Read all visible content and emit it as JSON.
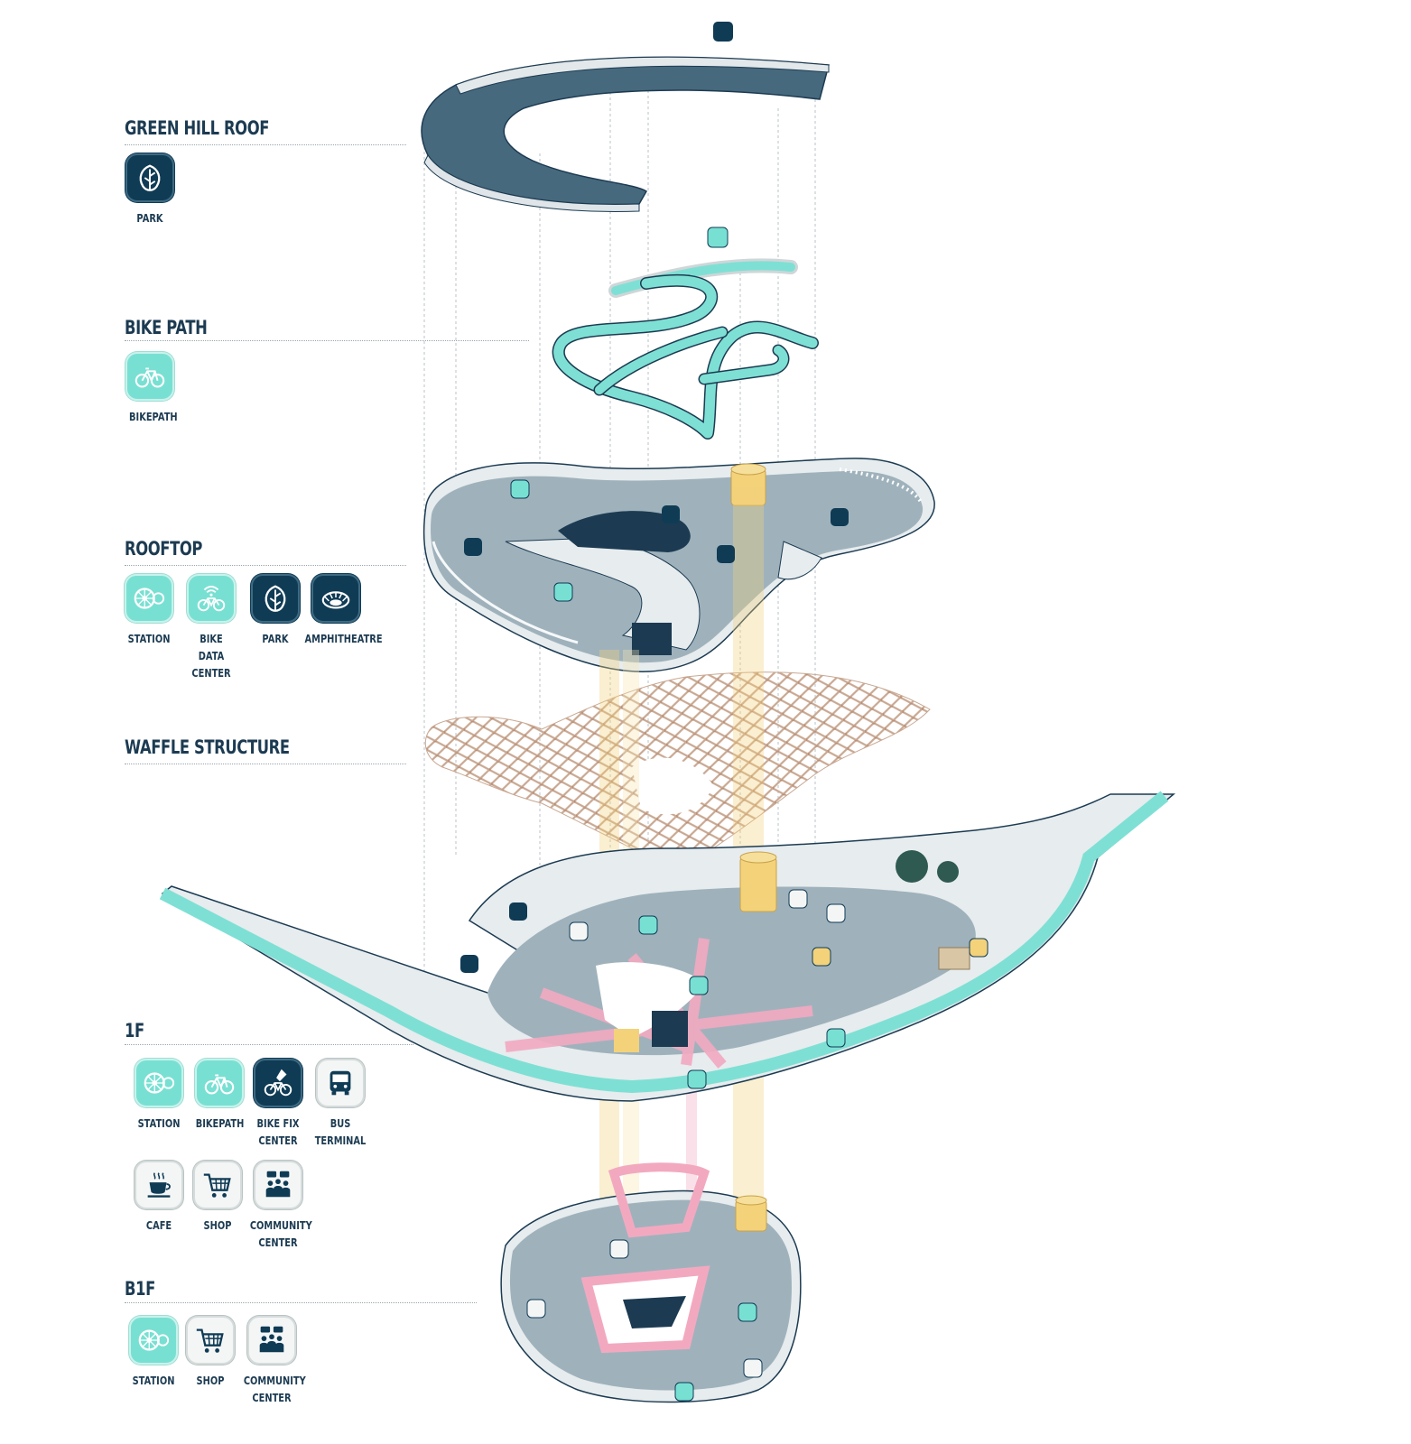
{
  "colors": {
    "navy": "#0f3b55",
    "mint": "#78e0d2",
    "slab": "#8fa3ae",
    "pink": "#f2a9c0",
    "gold": "#f3d27a",
    "waffle": "#d4b7a3"
  },
  "sections": [
    {
      "id": "green_hill_roof",
      "title": "GREEN HILL ROOF",
      "icons": [
        {
          "label": "PARK",
          "icon": "leaf-icon",
          "style": "navy"
        }
      ]
    },
    {
      "id": "bike_path",
      "title": "BIKE PATH",
      "icons": [
        {
          "label": "BIKEPATH",
          "icon": "bicycle-icon",
          "style": "mint"
        }
      ]
    },
    {
      "id": "rooftop",
      "title": "ROOFTOP",
      "icons": [
        {
          "label": "STATION",
          "icon": "bike-wheel-icon",
          "style": "mint"
        },
        {
          "label": "BIKE DATA\nCENTER",
          "icon": "wifi-bike-icon",
          "style": "mint"
        },
        {
          "label": "PARK",
          "icon": "leaf-icon",
          "style": "navy"
        },
        {
          "label": "AMPHITHEATRE",
          "icon": "amphitheatre-icon",
          "style": "navy"
        }
      ]
    },
    {
      "id": "waffle_structure",
      "title": "WAFFLE STRUCTURE",
      "icons": []
    },
    {
      "id": "first_floor",
      "title": "1F",
      "icons": [
        {
          "label": "STATION",
          "icon": "bike-wheel-icon",
          "style": "mint"
        },
        {
          "label": "BIKEPATH",
          "icon": "bicycle-icon",
          "style": "mint"
        },
        {
          "label": "BIKE FIX\nCENTER",
          "icon": "wrench-bike-icon",
          "style": "navy"
        },
        {
          "label": "BUS TERMINAL",
          "icon": "bus-icon",
          "style": "white"
        },
        {
          "label": "CAFE",
          "icon": "coffee-cup-icon",
          "style": "white"
        },
        {
          "label": "SHOP",
          "icon": "shopping-cart-icon",
          "style": "white"
        },
        {
          "label": "COMMUNITY\nCENTER",
          "icon": "community-icon",
          "style": "white"
        }
      ]
    },
    {
      "id": "basement_floor",
      "title": "B1F",
      "icons": [
        {
          "label": "STATION",
          "icon": "bike-wheel-icon",
          "style": "mint"
        },
        {
          "label": "SHOP",
          "icon": "shopping-cart-icon",
          "style": "white"
        },
        {
          "label": "COMMUNITY\nCENTER",
          "icon": "community-icon",
          "style": "white"
        }
      ]
    }
  ]
}
